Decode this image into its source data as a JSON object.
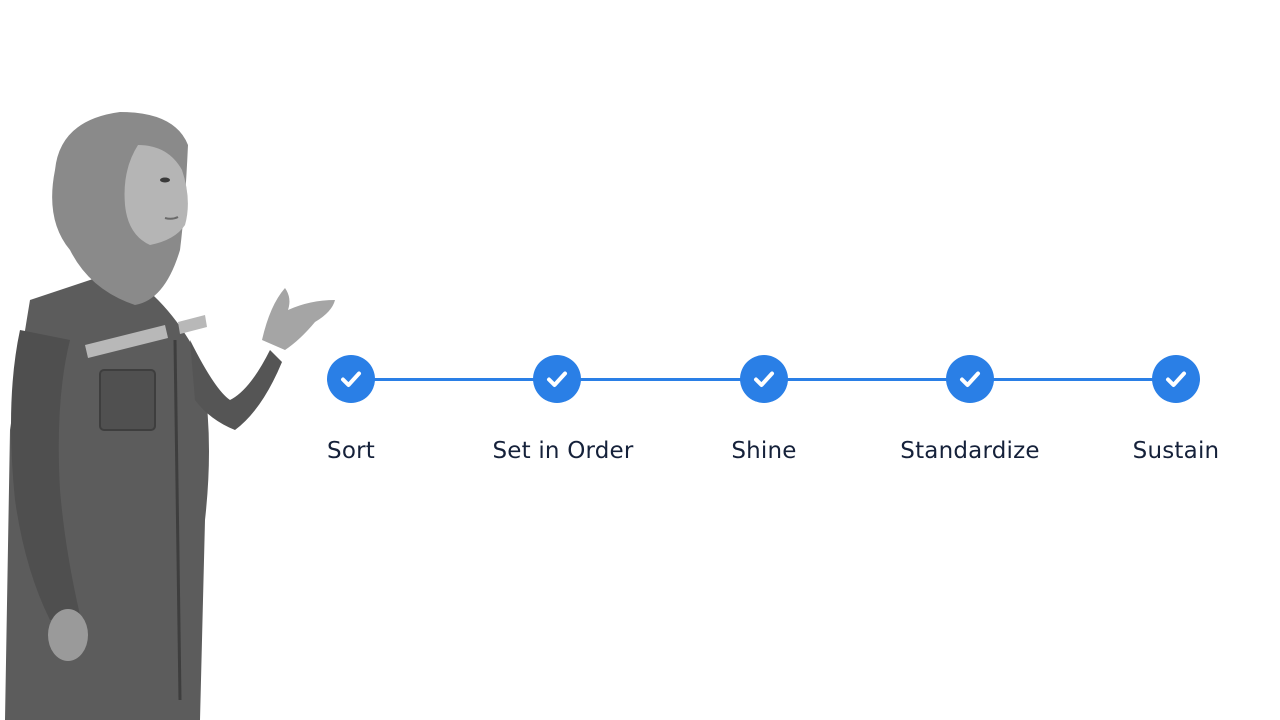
{
  "diagram": {
    "steps": [
      {
        "label": "Sort",
        "status": "complete",
        "icon": "check-icon"
      },
      {
        "label": "Set in Order",
        "status": "complete",
        "icon": "check-icon"
      },
      {
        "label": "Shine",
        "status": "complete",
        "icon": "check-icon"
      },
      {
        "label": "Standardize",
        "status": "complete",
        "icon": "check-icon"
      },
      {
        "label": "Sustain",
        "status": "complete",
        "icon": "check-icon"
      }
    ]
  },
  "colors": {
    "accent": "#2a7fe6",
    "label_text": "#15213a",
    "background": "#ffffff"
  },
  "presenter": {
    "icon": "presenter-figure"
  }
}
